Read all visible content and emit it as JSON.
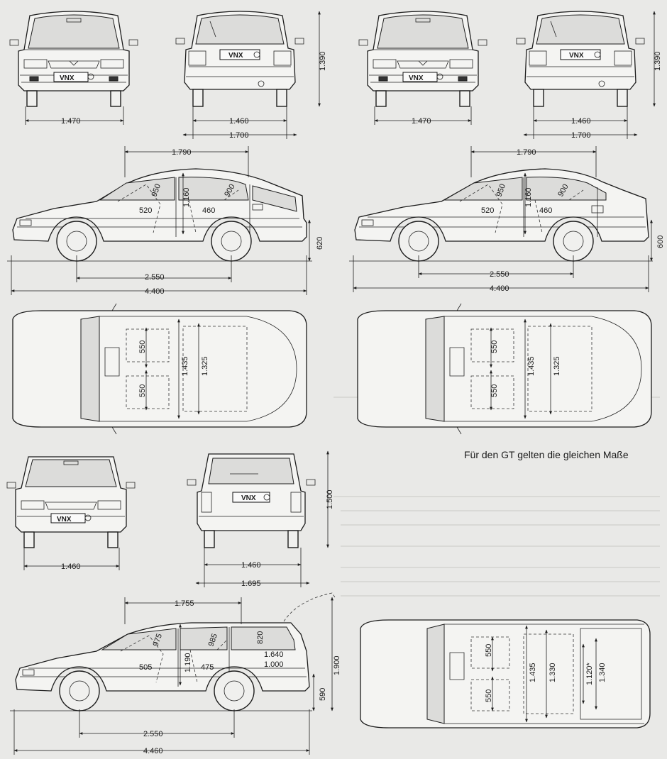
{
  "plate_text": "VNX",
  "note": "Für den GT gelten die gleichen Maße",
  "hatchback": {
    "front_track": "1.470",
    "rear_track": "1.460",
    "width": "1.700",
    "height": "1.390",
    "cabin_length": "1.790",
    "front_headroom": "950",
    "rear_headroom": "900",
    "front_seat_height": "520",
    "rear_seat_height": "460",
    "interior_height": "1.160",
    "rear_overhang_height": "620",
    "wheelbase": "2.550",
    "length": "4.400",
    "front_seat_width": "550",
    "rear_seat_width": "550",
    "shoulder_front": "1.435",
    "shoulder_rear": "1.325"
  },
  "sedan": {
    "front_track": "1.470",
    "rear_track": "1.460",
    "width": "1.700",
    "height": "1.390",
    "cabin_length": "1.790",
    "front_headroom": "950",
    "rear_headroom": "900",
    "front_seat_height": "520",
    "rear_seat_height": "460",
    "interior_height": "1.160",
    "rear_overhang_height": "600",
    "wheelbase": "2.550",
    "length": "4.400",
    "front_seat_width": "550",
    "rear_seat_width": "550",
    "shoulder_front": "1.435",
    "shoulder_rear": "1.325"
  },
  "wagon": {
    "front_track": "1.460",
    "rear_track": "1.460",
    "width": "1.695",
    "height": "1.500",
    "cabin_length": "1.755",
    "front_headroom": "975",
    "rear_headroom": "985",
    "cargo_height": "820",
    "front_seat_height": "505",
    "rear_seat_height": "475",
    "interior_height": "1.190",
    "load_sill_height": "1.640",
    "load_opening_height": "1.000",
    "tailgate_open_height": "1.900",
    "rear_overhang_height": "590",
    "wheelbase": "2.550",
    "length": "4.460",
    "front_seat_width": "550",
    "rear_seat_width": "550",
    "shoulder_front": "1.435",
    "shoulder_rear": "1.330",
    "cargo_width": "1.120*",
    "cargo_floor_width": "1.340"
  }
}
